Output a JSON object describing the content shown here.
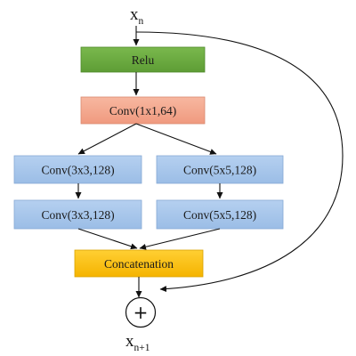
{
  "diagram": {
    "input_label": "x",
    "input_subscript": "n",
    "output_label": "x",
    "output_subscript": "n+1",
    "plus_symbol": "+",
    "nodes": {
      "relu": {
        "label": "Relu",
        "fill": "#6aaa3e",
        "stroke": "#4e8a2a"
      },
      "conv1x1": {
        "label": "Conv(1x1,64)",
        "fill": "#f4a98f",
        "stroke": "#d98a70"
      },
      "conv3x3_a": {
        "label": "Conv(3x3,128)",
        "fill": "#a7c5ea",
        "stroke": "#86a9d4"
      },
      "conv5x5_a": {
        "label": "Conv(5x5,128)",
        "fill": "#a7c5ea",
        "stroke": "#86a9d4"
      },
      "conv3x3_b": {
        "label": "Conv(3x3,128)",
        "fill": "#a7c5ea",
        "stroke": "#86a9d4"
      },
      "conv5x5_b": {
        "label": "Conv(5x5,128)",
        "fill": "#a7c5ea",
        "stroke": "#86a9d4"
      },
      "concat": {
        "label": "Concatenation",
        "fill": "#ffc000",
        "stroke": "#d9a200"
      }
    }
  }
}
